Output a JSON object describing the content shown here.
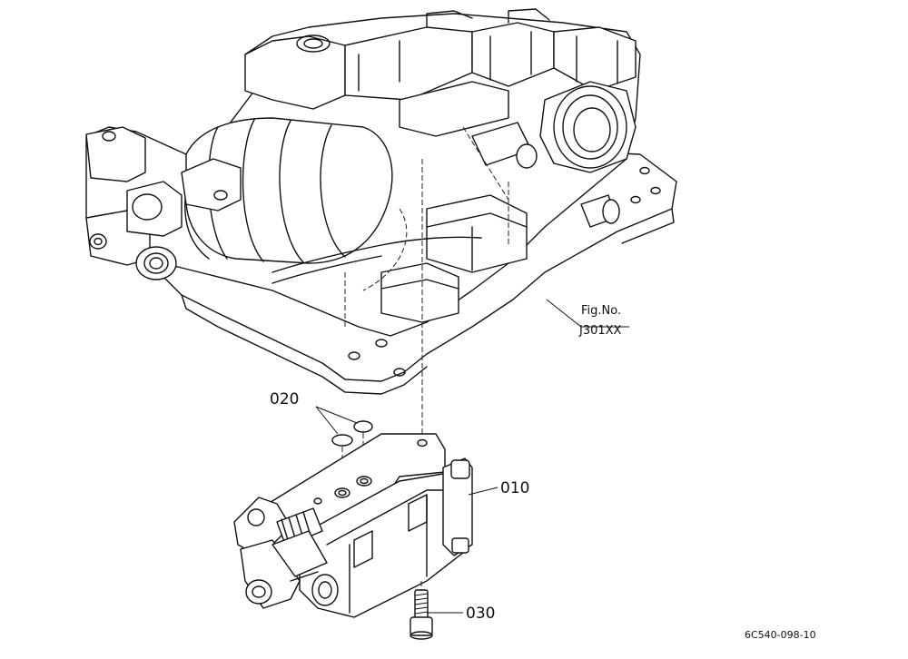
{
  "callouts": {
    "part_010": "010",
    "part_020": "020",
    "part_030": "030"
  },
  "figure_ref": {
    "line1": "Fig.No.",
    "line2": "J301XX"
  },
  "drawing_code": "6C540-098-10"
}
